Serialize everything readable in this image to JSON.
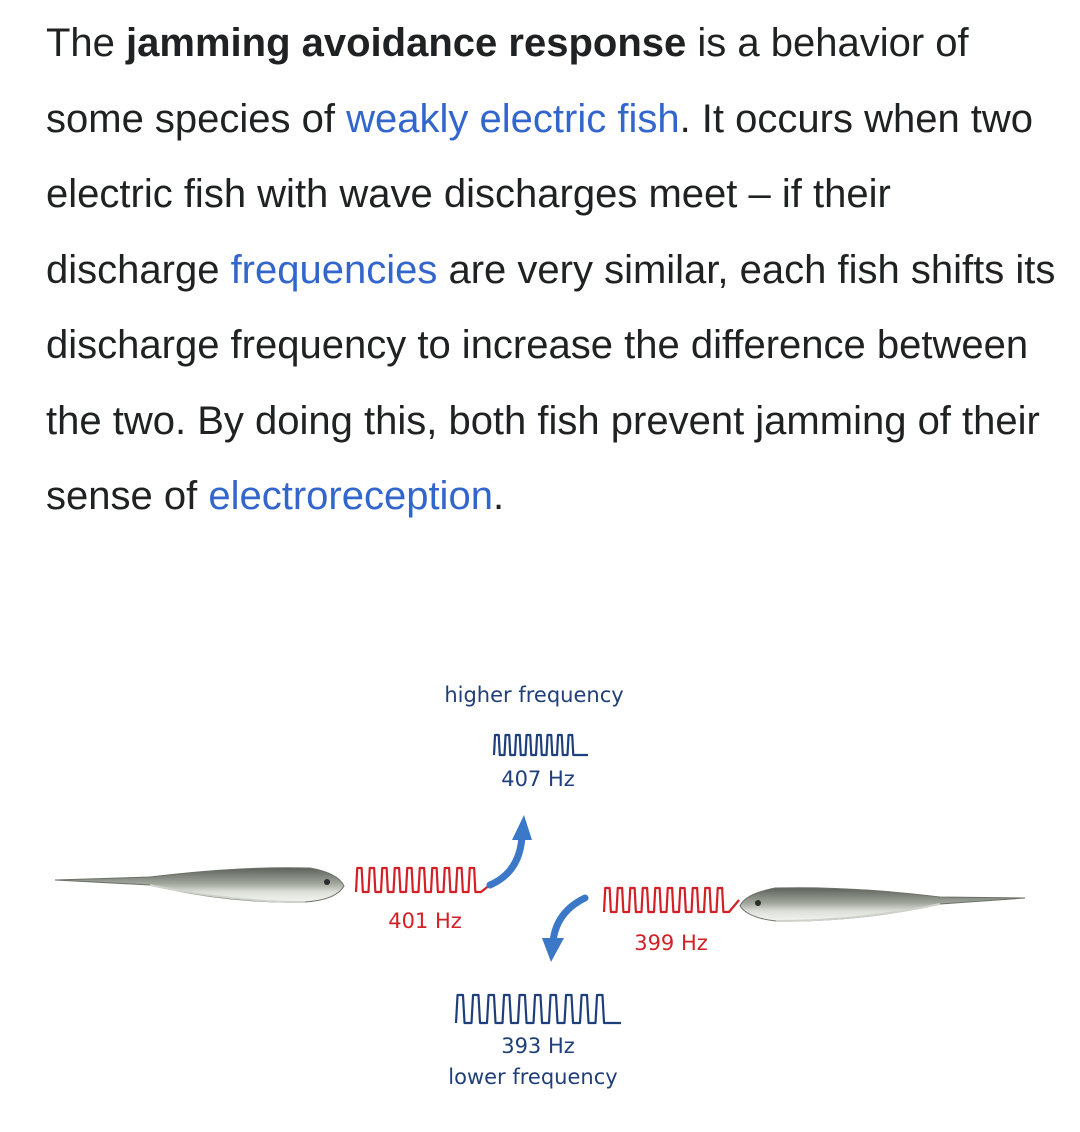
{
  "paragraph": {
    "p1": "The ",
    "term": "jamming avoidance response",
    "p2": " is a behavior of some species of ",
    "link_fish": "weakly electric fish",
    "p3": ". It occurs when two electric fish with wave discharges meet – if their discharge ",
    "link_freq": "frequencies",
    "p4": " are very similar, each fish shifts its discharge frequency to increase the difference between the two. By doing this, both fish prevent jamming of their sense of ",
    "link_electro": "electroreception",
    "p5": "."
  },
  "figure": {
    "higher_label": "higher frequency",
    "higher_hz": "407 Hz",
    "left_fish_hz": "401 Hz",
    "right_fish_hz": "399 Hz",
    "lower_hz": "393 Hz",
    "lower_label": "lower frequency"
  },
  "colors": {
    "text": "#202122",
    "link": "#3366cc",
    "wave_blue": "#1f3f7a",
    "wave_red": "#d31f26",
    "arrow": "#3b78c8"
  }
}
